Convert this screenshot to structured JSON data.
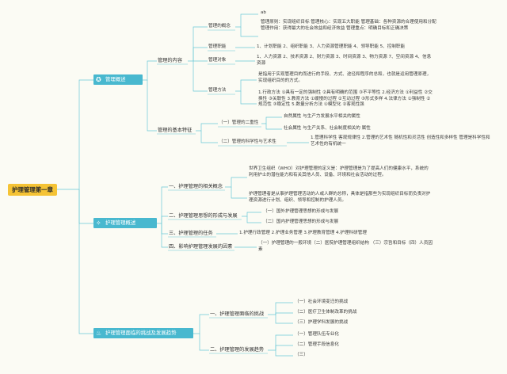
{
  "root": "护理管理第一章",
  "sections": [
    {
      "label": "管理概述",
      "icon": "star-icon"
    },
    {
      "label": "护理管理概述",
      "icon": "sparkle-icon"
    },
    {
      "label": "护理管理面临的挑战及发展趋势",
      "icon": "flame-icon"
    }
  ],
  "s1": {
    "content": "管理的内容",
    "concept": "管理的概念",
    "concept_text": [
      "ab",
      "管理原则：实现组织目标 管理核心：实现五大职能 管理基础：各种资源的合理使用和分配 管理作用：获得最大的社会效益和经济效益 管理重点：明确目标和正确决策"
    ],
    "functions": "管理职能",
    "functions_text": "1、计划职能 2、组织职能 3、人力资源管理职能 4、领导职能 5、控制职能",
    "object": "管理对象",
    "object_text": "1、人力资源 2、技术资源 2、财力资源 3、时间资源 3、物力资源 7、空间资源 4、信息资源",
    "method": "管理方法",
    "method_text": [
      "是指用于实现管理目的而进行的手段、方式、途径和程序的总和，也就是运用管理原理，实现组织目的的方式。",
      "1.行政方法 ①具有一定的强制性 ②具有明确的范围 ③不平等性 2.经济方法 ①利益性 ②交换性 ③关联性 3.教育方法 ①缓慢的过程 ②互动过程 ③形式多样 4.法律方法 ①强制性 ②规范性 ③稳定性 5.数量分析方法 ①模型化 ②客观性强"
    ],
    "basic": "管理的基本特征",
    "dual": "（一）管理的二重性",
    "natural": "自然属性 与生产力发展水平相关的属性",
    "social": "社会属性 与生产关系、社会制度相关的 属性",
    "sci_art": "（二）管理的科学性与艺术性",
    "sci_text": "1.管理科学性 客观规律性 2.管理的艺术性 随机性和灵活性 创造性和多样性 管理是科学性和艺术性的有机统一"
  },
  "s2": {
    "concept": "一、护理管理的相关概念",
    "concept_text": [
      "世界卫生组织（WHO）对护理管理的定义是：护理管理是为了提高人们的健康水平，系统的利用护士的潜在能力和有关其他人员、设备、环境和社会活动的过程。",
      "护理管理者是从事护理管理活动的人或人群的总称，具体是指那些为实现组织目标而负责对护理资源进行计划、组织、领导和控制的护理人员。"
    ],
    "thought": "二、护理管理思想的形成与发展",
    "thought_items": [
      "（一）国外护理管理思想的形成与发展",
      "（二）国内护理管理思想的形成与发展"
    ],
    "tasks": "三、护理管理的任务",
    "tasks_text": "1.护理行政管理 2.护理业务管理 3.护理教育管理 4.护理科研管理",
    "factors": "四、影响护理管理发展的因素",
    "factors_text": "（一）护理管理的一般环境（二）医院护理管理组织结构 （三）宗旨和目标（四）人员因素"
  },
  "s3": {
    "challenges": "一、护理管理面临的挑战",
    "challenge_items": [
      "（一）社会环境变迁的挑战",
      "（二）医疗卫生体制改革的挑战",
      "（三）护理学科发展的挑战"
    ],
    "trends": "二、护理管理的发展趋势",
    "trend_items": [
      "（一）管理队伍专业化",
      "（二）管理手段信息化",
      "（三）"
    ]
  }
}
